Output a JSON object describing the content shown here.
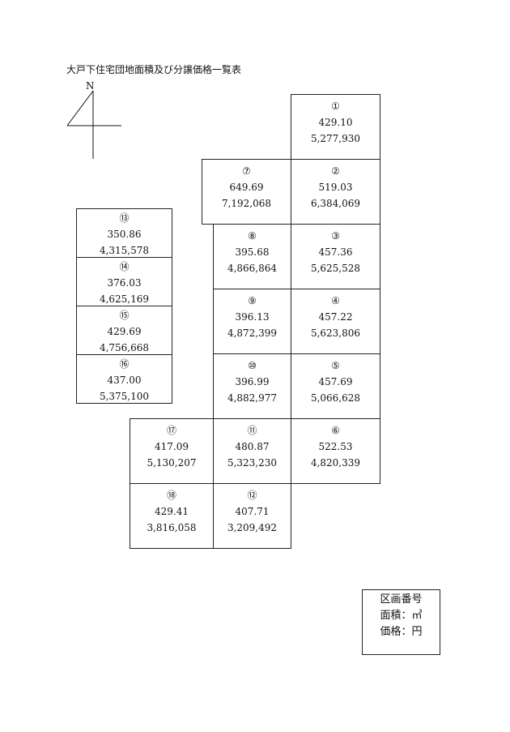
{
  "title": "大戸下住宅団地面積及び分譲価格一覧表",
  "compass": {
    "label": "N"
  },
  "lots": [
    {
      "id": "①",
      "area": "429.10",
      "price": "5,277,930"
    },
    {
      "id": "②",
      "area": "519.03",
      "price": "6,384,069"
    },
    {
      "id": "③",
      "area": "457.36",
      "price": "5,625,528"
    },
    {
      "id": "④",
      "area": "457.22",
      "price": "5,623,806"
    },
    {
      "id": "⑤",
      "area": "457.69",
      "price": "5,066,628"
    },
    {
      "id": "⑥",
      "area": "522.53",
      "price": "4,820,339"
    },
    {
      "id": "⑦",
      "area": "649.69",
      "price": "7,192,068"
    },
    {
      "id": "⑧",
      "area": "395.68",
      "price": "4,866,864"
    },
    {
      "id": "⑨",
      "area": "396.13",
      "price": "4,872,399"
    },
    {
      "id": "⑩",
      "area": "396.99",
      "price": "4,882,977"
    },
    {
      "id": "⑪",
      "area": "480.87",
      "price": "5,323,230"
    },
    {
      "id": "⑫",
      "area": "407.71",
      "price": "3,209,492"
    },
    {
      "id": "⑬",
      "area": "350.86",
      "price": "4,315,578"
    },
    {
      "id": "⑭",
      "area": "376.03",
      "price": "4,625,169"
    },
    {
      "id": "⑮",
      "area": "429.69",
      "price": "4,756,668"
    },
    {
      "id": "⑯",
      "area": "437.00",
      "price": "5,375,100"
    },
    {
      "id": "⑰",
      "area": "417.09",
      "price": "5,130,207"
    },
    {
      "id": "⑱",
      "area": "429.41",
      "price": "3,816,058"
    }
  ],
  "legend": {
    "line1": "区画番号",
    "line2": "面積：㎡",
    "line3": "価格：円"
  }
}
